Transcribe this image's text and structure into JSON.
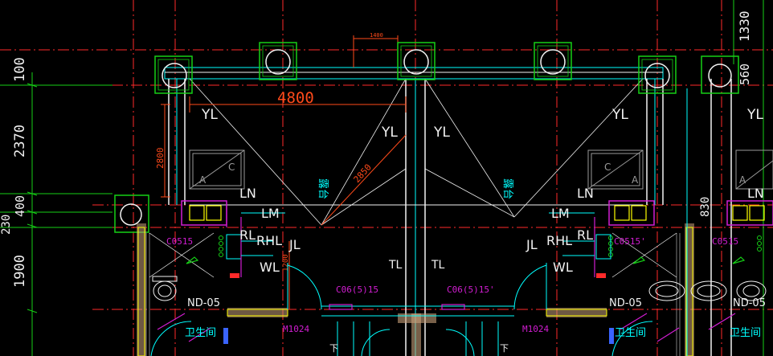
{
  "colors": {
    "background": "#000000",
    "axis_red": "#ff2a2a",
    "wall_white": "#f2f2f2",
    "green": "#16d016",
    "cyan": "#00ffff",
    "magenta": "#d21dd2",
    "yellow": "#ffff00",
    "gray": "#9a9a9a",
    "orange_red": "#ff4a1a",
    "blue": "#3a64ff"
  },
  "dimensions": {
    "left": [
      "100",
      "2370",
      "400",
      "230",
      "1900"
    ],
    "right": [
      "1330",
      "560",
      "830"
    ],
    "span_4800": "4800",
    "diag_2850": "2850",
    "vert_2800": "2800",
    "small_top": "1400",
    "small_1200": "1200"
  },
  "labels": {
    "yl": "YL",
    "ln": "LN",
    "lm": "LM",
    "rl": "RL",
    "rhl": "RHL",
    "jl": "JL",
    "wl": "WL",
    "tl": "TL",
    "terrace": "露台",
    "nd05": "ND-05",
    "bathroom": "卫生间",
    "m1024": "M1024",
    "c0515": "C0515",
    "c0515_prime": "C0515'",
    "c06": "C06(5)15",
    "c06_prime": "C06(5)15'",
    "down": "下",
    "box_a": "A",
    "box_c": "C"
  },
  "icons": {
    "column": "column-circle-icon",
    "toilet": "toilet-icon",
    "washbasin": "washbasin-icon",
    "equipment": "equipment-box-icon",
    "door_swing": "door-swing-icon"
  }
}
